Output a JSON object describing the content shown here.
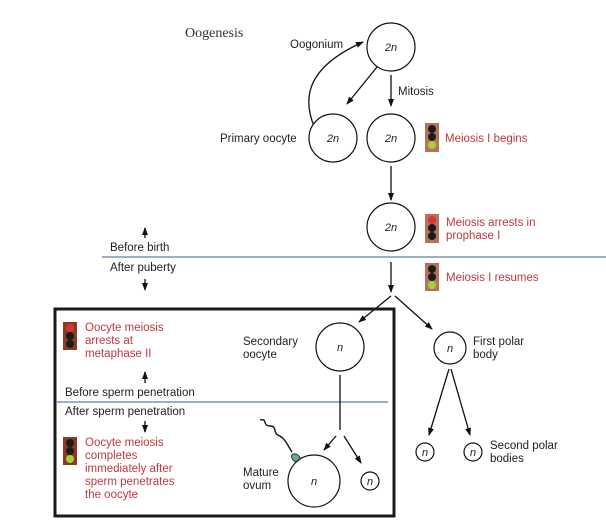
{
  "title": "Oogenesis",
  "labels": {
    "oogonium": "Oogonium",
    "mitosis": "Mitosis",
    "primary_oocyte": "Primary oocyte",
    "before_birth": "Before birth",
    "after_puberty": "After puberty",
    "secondary_oocyte_1": "Secondary",
    "secondary_oocyte_2": "oocyte",
    "first_polar_1": "First polar",
    "first_polar_2": "body",
    "second_polar_1": "Second polar",
    "second_polar_2": "bodies",
    "before_sperm": "Before sperm penetration",
    "after_sperm": "After sperm penetration",
    "mature_1": "Mature",
    "mature_2": "ovum"
  },
  "ploidy": {
    "diploid": "2n",
    "haploid": "n"
  },
  "events": {
    "meiosis_begins": "Meiosis I begins",
    "arrest_1": "Meiosis arrests in",
    "arrest_2": "prophase I",
    "resumes": "Meiosis I resumes",
    "arrest_meta_1": "Oocyte meiosis",
    "arrest_meta_2": "arrests at",
    "arrest_meta_3": "metaphase II",
    "complete_1": "Oocyte meiosis",
    "complete_2": "completes",
    "complete_3": "immediately after",
    "complete_4": "sperm penetrates",
    "complete_5": "the oocyte"
  },
  "colors": {
    "event_text": "#c0383e",
    "light_box": "#b5735e",
    "light_red": "#d9363b",
    "light_green": "#a6d13c",
    "light_off": "#1c1c1c",
    "divider": "#7f93b8",
    "sperm_head": "#6fa8a0"
  }
}
